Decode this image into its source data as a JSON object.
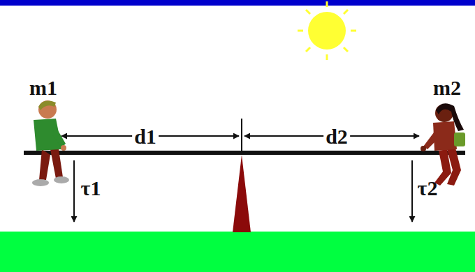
{
  "diagram": {
    "labels": [
      "m1",
      "m2",
      "d1",
      "d2",
      "τ1",
      "τ2"
    ]
  }
}
